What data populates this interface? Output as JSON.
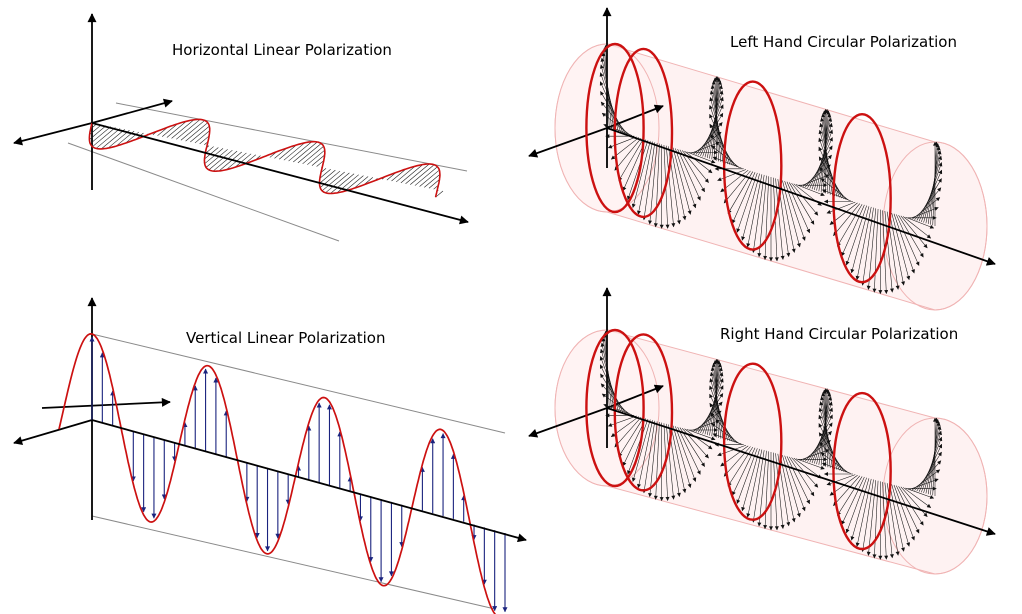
{
  "panels": {
    "horizontal_linear": {
      "title": "Horizontal Linear Polarization"
    },
    "left_hand_circular": {
      "title": "Left Hand Circular Polarization"
    },
    "vertical_linear": {
      "title": "Vertical Linear Polarization"
    },
    "right_hand_circular": {
      "title": "Right Hand Circular Polarization"
    }
  },
  "colors": {
    "wave": "#cc1111",
    "vector_arrows_linear": "#1a237e",
    "vector_arrows_circular": "#111111",
    "axes": "#000000",
    "guide_lines": "#8a8a8a",
    "cylinder_fill": "#fde7e7",
    "cylinder_edge": "#f0b4b4"
  }
}
